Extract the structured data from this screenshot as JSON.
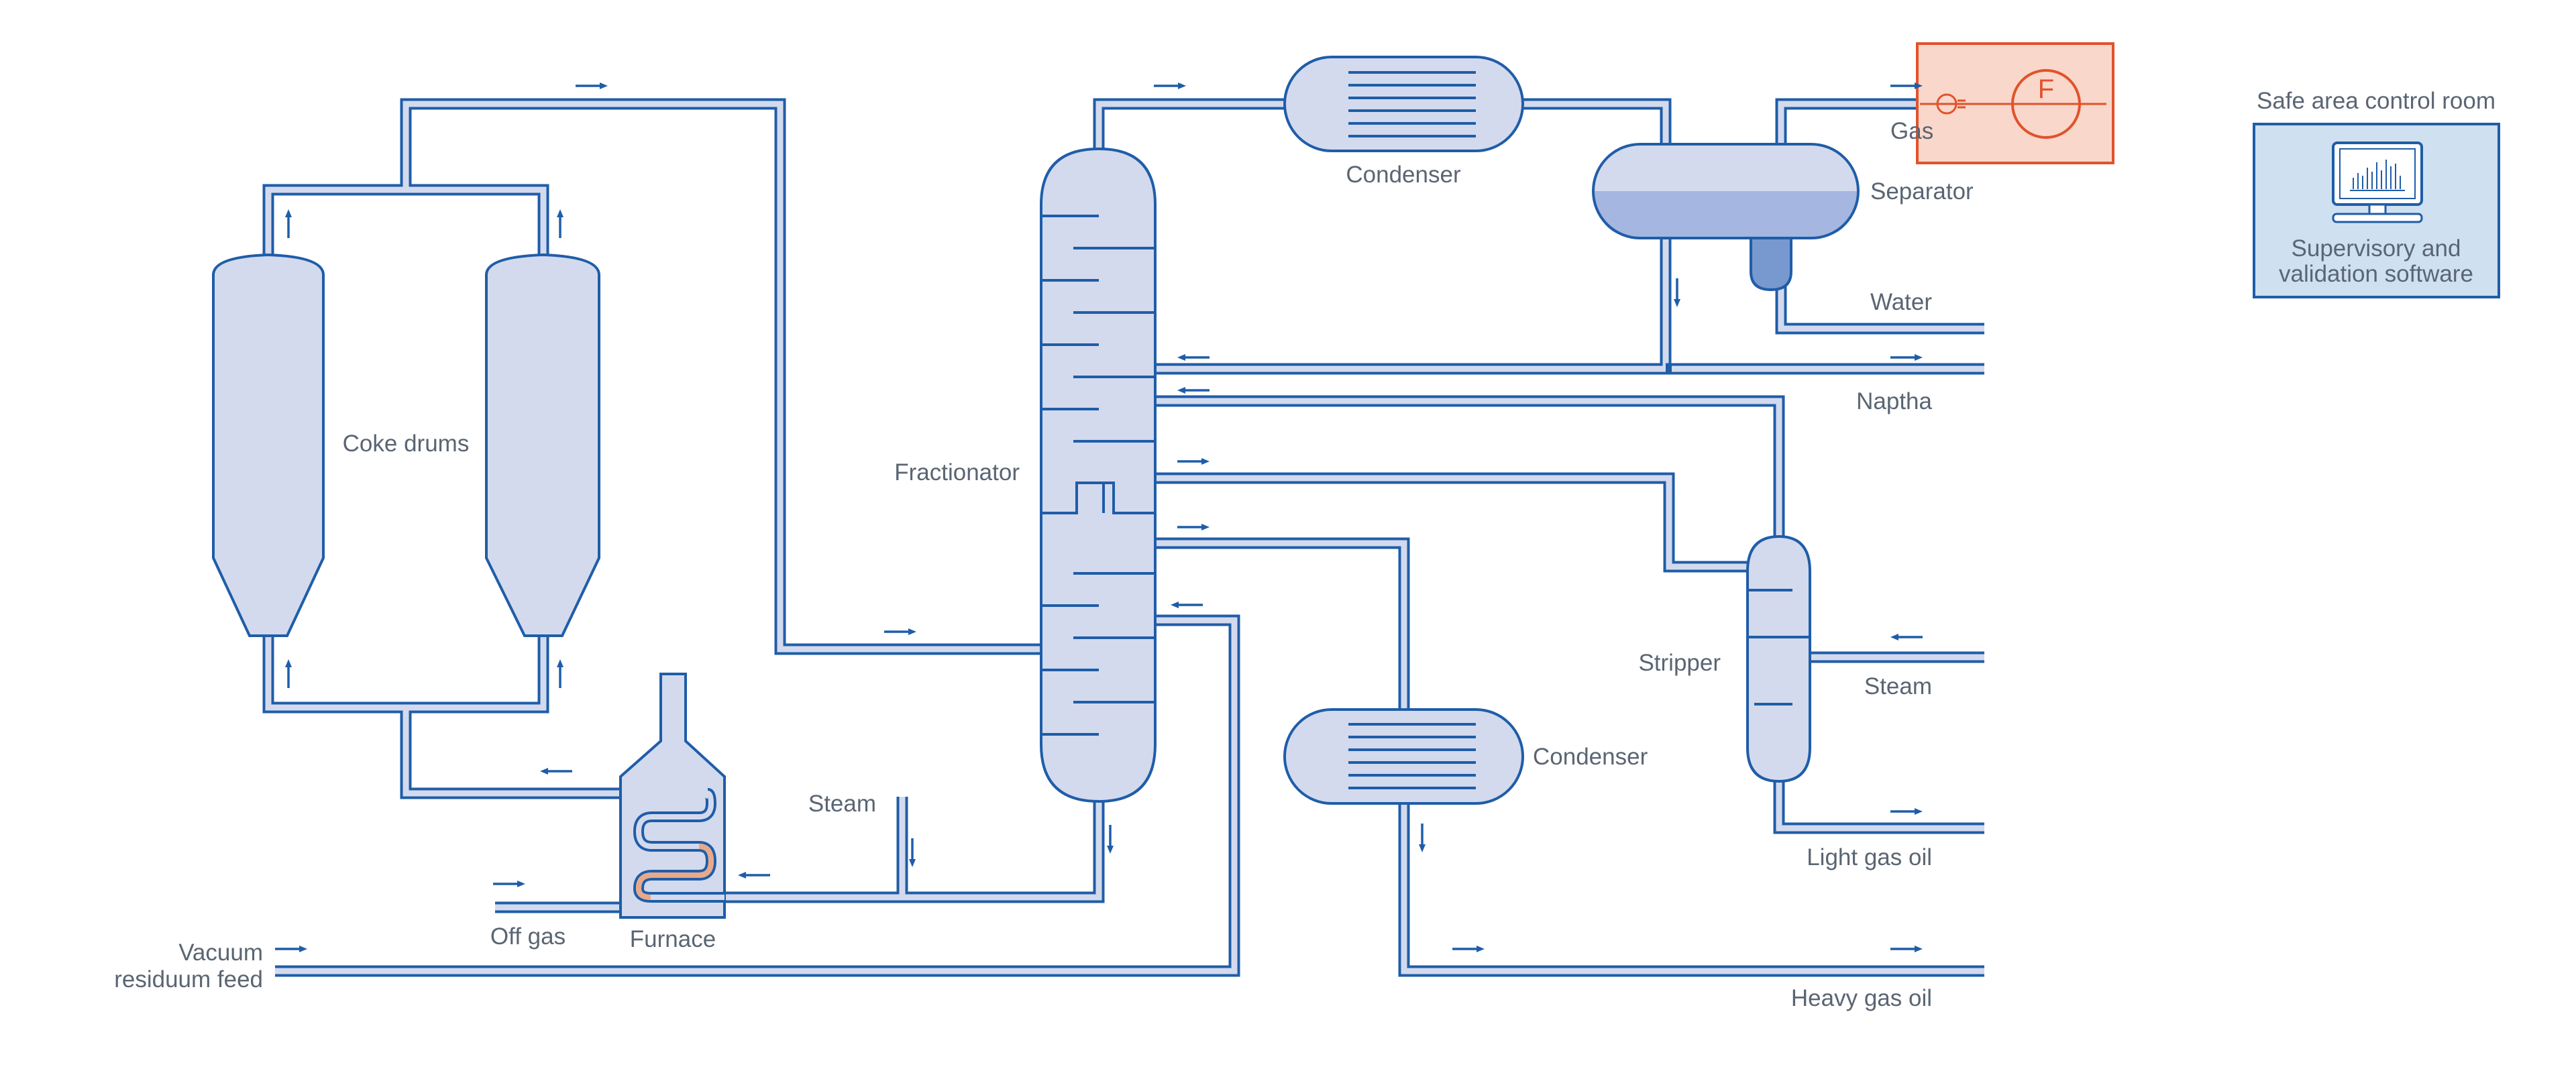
{
  "labels": {
    "coke_drums": "Coke drums",
    "fractionator": "Fractionator",
    "condenser_top": "Condenser",
    "condenser_bottom": "Condenser",
    "separator": "Separator",
    "gas": "Gas",
    "water": "Water",
    "naptha": "Naptha",
    "stripper": "Stripper",
    "steam_stripper": "Steam",
    "light_gas_oil": "Light gas oil",
    "heavy_gas_oil": "Heavy gas oil",
    "steam_furnace": "Steam",
    "furnace": "Furnace",
    "off_gas": "Off gas",
    "vacuum_feed_line1": "Vacuum",
    "vacuum_feed_line2": "residuum feed",
    "control_room_title": "Safe area control room",
    "software_line1": "Supervisory and",
    "software_line2": "validation software",
    "flowmeter_symbol": "F"
  },
  "colors": {
    "pipe": "#1f5da8",
    "vessel_fill": "#d3daee",
    "liquid": "#a5b6e0",
    "liquid_dark": "#7898d0",
    "flowmeter_box": "#f9d7ca",
    "flowmeter_stroke": "#e0532c",
    "control_room_fill": "#cfe0f0",
    "coil_hot": "#e8a98a",
    "label_text": "#5a6573"
  },
  "icons": {
    "flow_arrow": "arrow-icon",
    "computer": "monitor-icon",
    "flowmeter": "flowmeter-icon"
  }
}
